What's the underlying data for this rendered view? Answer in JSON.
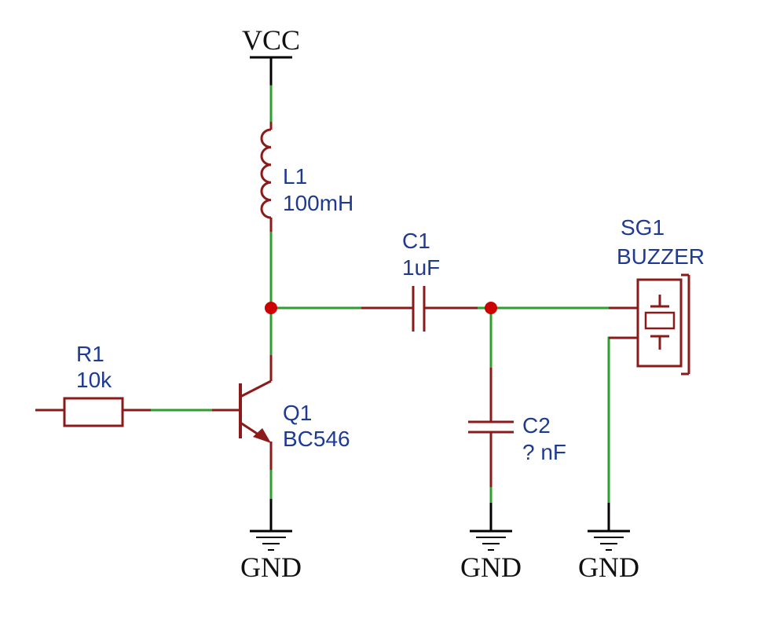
{
  "components": {
    "l1": {
      "ref": "L1",
      "value": "100mH"
    },
    "c1": {
      "ref": "C1",
      "value": "1uF"
    },
    "c2": {
      "ref": "C2",
      "value": "? nF"
    },
    "r1": {
      "ref": "R1",
      "value": "10k"
    },
    "q1": {
      "ref": "Q1",
      "value": "BC546"
    },
    "sg1": {
      "ref": "SG1",
      "value": "BUZZER"
    }
  },
  "power": {
    "vcc": "VCC",
    "gnd1": "GND",
    "gnd2": "GND",
    "gnd3": "GND"
  },
  "colors": {
    "wire": "#2e9e2e",
    "component": "#8b1a1a",
    "junction": "#cc0000",
    "label": "#1f3a93",
    "power": "#111111"
  }
}
